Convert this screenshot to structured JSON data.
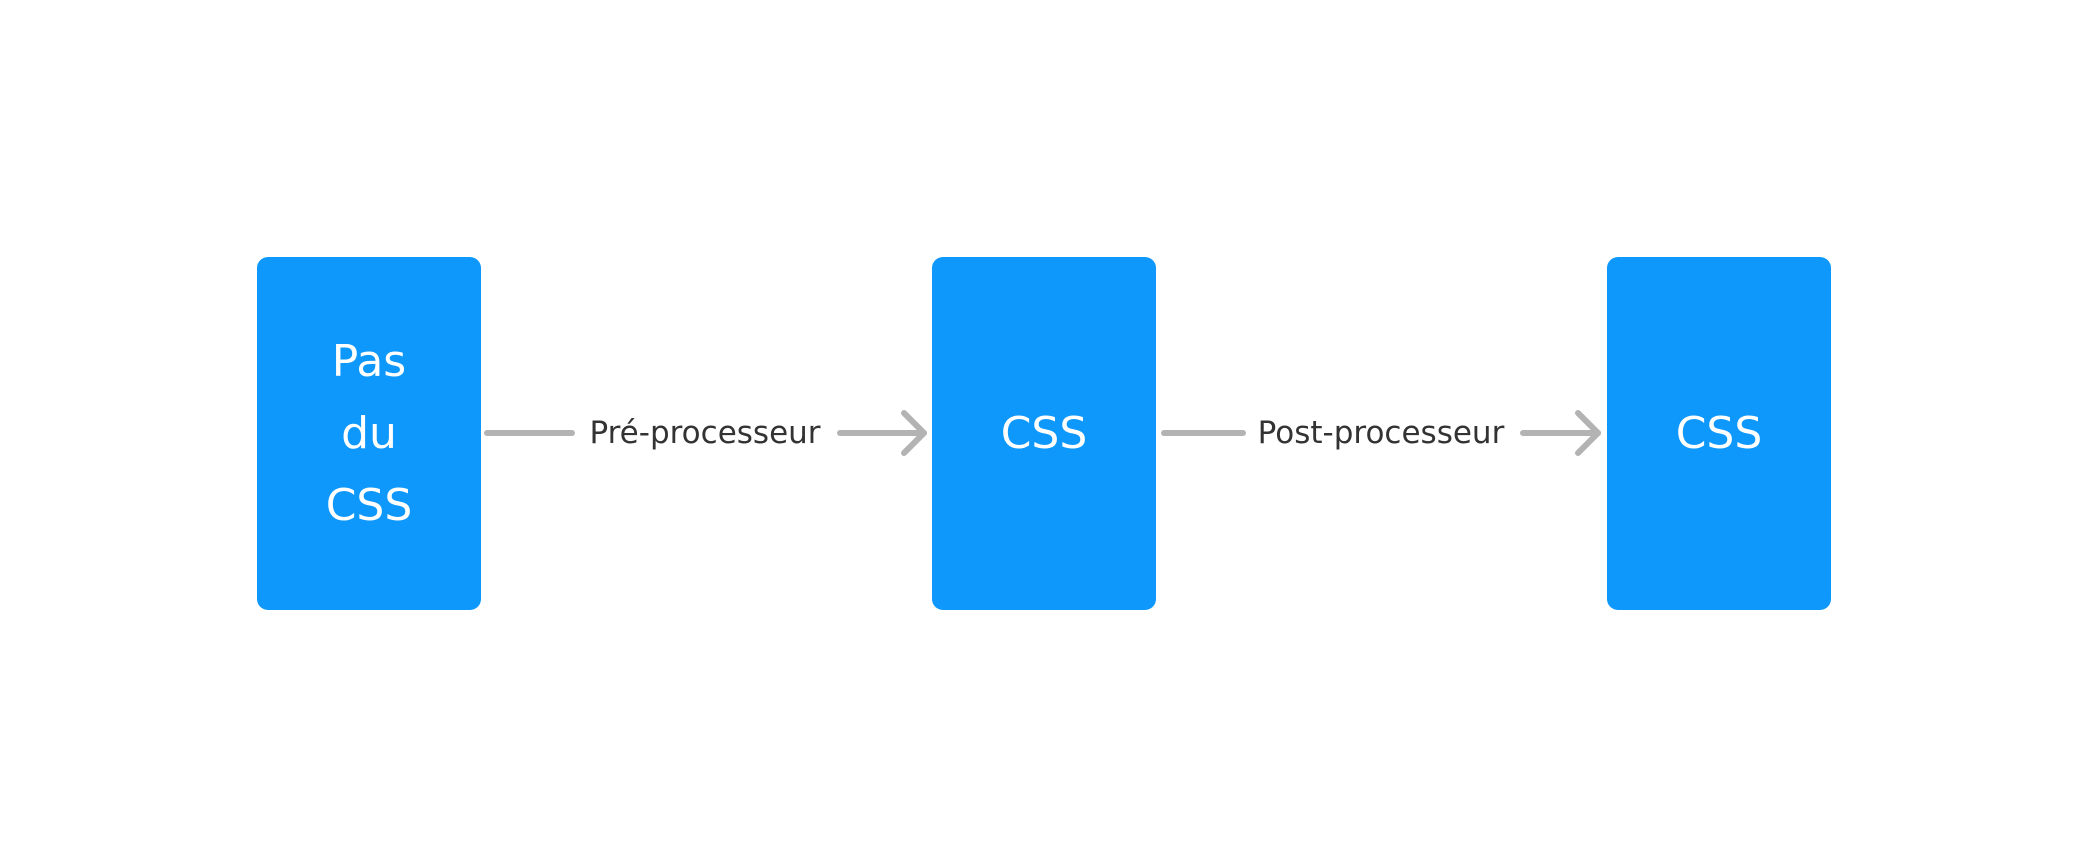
{
  "diagram": {
    "nodes": [
      {
        "id": "source",
        "lines": [
          "Pas",
          "du",
          "CSS"
        ]
      },
      {
        "id": "css-intermediate",
        "lines": [
          "CSS"
        ]
      },
      {
        "id": "css-output",
        "lines": [
          "CSS"
        ]
      }
    ],
    "edges": [
      {
        "from": "source",
        "to": "css-intermediate",
        "label": "Pré-processeur"
      },
      {
        "from": "css-intermediate",
        "to": "css-output",
        "label": "Post-processeur"
      }
    ],
    "colors": {
      "node_fill": "#0e98fc",
      "node_text": "#ffffff",
      "arrow": "#b3b3b3",
      "edge_label_text": "#333333"
    }
  }
}
